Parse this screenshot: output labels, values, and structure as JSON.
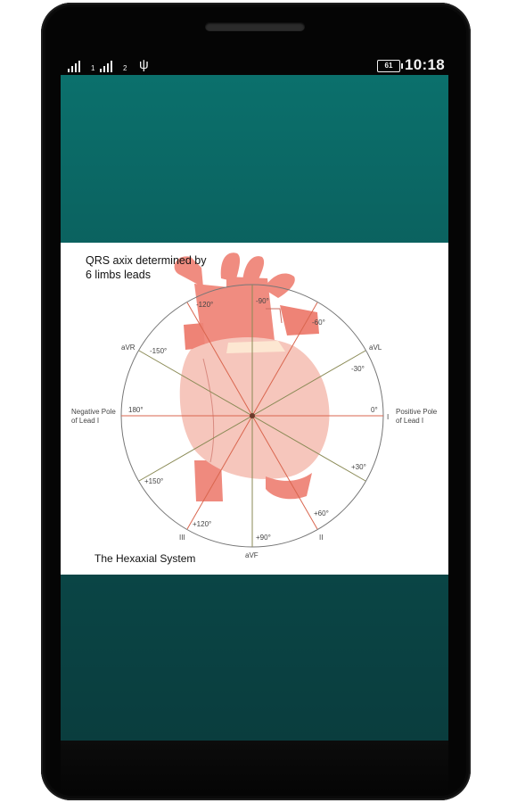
{
  "status_bar": {
    "sim1": "1",
    "sim2": "2",
    "battery_level": "61",
    "time": "10:18"
  },
  "figure": {
    "caption_top": "QRS axix determined by 6 limbs leads",
    "caption_bottom": "The Hexaxial System",
    "labels": {
      "avr": "aVR",
      "avl": "aVL",
      "avf": "aVF",
      "lead_i": "I",
      "lead_ii": "II",
      "lead_iii": "III",
      "neg_pole_l1": "Negative Pole",
      "neg_pole_l2": "of Lead I",
      "pos_pole_l1": "Positive Pole",
      "pos_pole_l2": "of Lead I",
      "deg_m120": "-120°",
      "deg_m90": "-90°",
      "deg_m60": "-60°",
      "deg_m150": "-150°",
      "deg_m30": "-30°",
      "deg_180": "180°",
      "deg_0": "0°",
      "deg_p150": "+150°",
      "deg_p30": "+30°",
      "deg_p120": "+120°",
      "deg_p60": "+60°",
      "deg_p90": "+90°"
    }
  },
  "colors": {
    "screen_top": "#0b706c",
    "screen_bottom": "#0a3d3e",
    "heart_red": "#f08c80",
    "heart_light": "#f6c6bc",
    "axis_olive": "#8a8a55",
    "axis_red": "#d9664f"
  }
}
